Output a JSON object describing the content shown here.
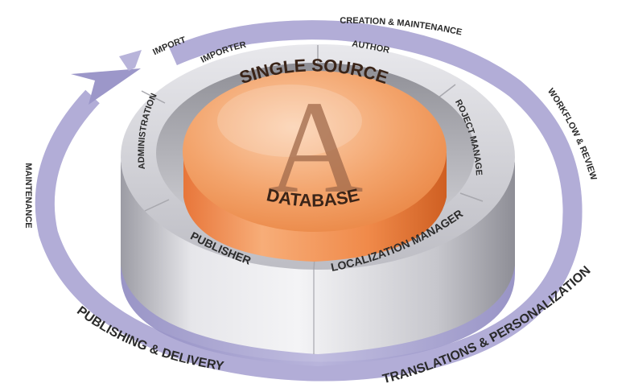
{
  "outer_cycle": {
    "creation": "CREATION & MAINTENANCE",
    "import": "IMPORT",
    "workflow": "WORKFLOW & REVIEW",
    "maintenance": "MAINTENANCE",
    "publishing": "PUBLISHING & DELIVERY",
    "translations": "TRANSLATIONS & PERSONALIZATION"
  },
  "ring_segments": {
    "importer": "IMPORTER",
    "author": "AUTHOR",
    "project_manager": "PROJECT MANAGER",
    "administration": "ADMINISTRATION",
    "publisher": "PUBLISHER",
    "localization_manager": "LOCALIZATION MANAGER"
  },
  "core": {
    "top": "SINGLE SOURCE",
    "letter": "A",
    "bottom": "DATABASE"
  },
  "colors": {
    "core_orange": "#ef8f4d",
    "ring_gray": "#cfcfd4",
    "arrow_lavender": "#a8a4cf"
  }
}
